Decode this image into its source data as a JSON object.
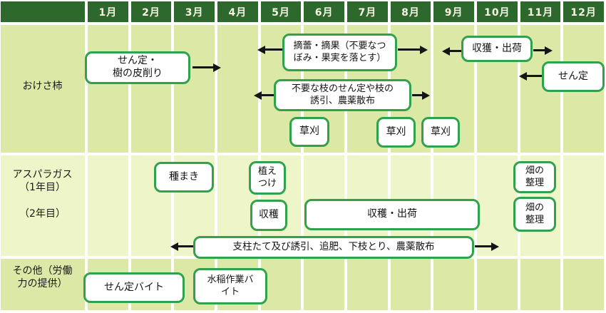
{
  "colors": {
    "header_bg": "#2d682d",
    "header_text": "#f7f5e4",
    "row_band_dark": "#dce8a5",
    "row_band_light": "#eef5c8",
    "box_border_green": "#30a24c",
    "box_fill": "#ffffff",
    "arrow_black": "#151515"
  },
  "months": [
    "1月",
    "2月",
    "3月",
    "4月",
    "5月",
    "6月",
    "7月",
    "8月",
    "9月",
    "10月",
    "11月",
    "12月"
  ],
  "labels": {
    "kaki": "おけさ柿",
    "asparagus_y1": "アスパラガス\n（1年目）",
    "asparagus_y2": "（2年目）",
    "others": "その他（労働\n力の提供）"
  },
  "activities": [
    {
      "id": "kaki-pruning-bark",
      "text": "せん定・\n樹の皮削り"
    },
    {
      "id": "kaki-bud-fruit-thinning",
      "text": "摘蕾・摘果（不要なつ\nぼみ・果実を落とす）"
    },
    {
      "id": "kaki-harvest-ship",
      "text": "収獲・出荷"
    },
    {
      "id": "kaki-winter-pruning",
      "text": "せん定"
    },
    {
      "id": "kaki-branch-work",
      "text": "不要な枝のせん定や枝の\n誘引、農薬散布"
    },
    {
      "id": "mowing-1",
      "text": "草刈"
    },
    {
      "id": "mowing-2",
      "text": "草刈"
    },
    {
      "id": "mowing-3",
      "text": "草刈"
    },
    {
      "id": "asp-sowing",
      "text": "種まき"
    },
    {
      "id": "asp-planting",
      "text": "植え\nつけ"
    },
    {
      "id": "asp-harvest",
      "text": "収穫"
    },
    {
      "id": "asp-harvest-ship",
      "text": "収穫・出荷"
    },
    {
      "id": "asp-field-cleanup-y1",
      "text": "畑の\n整理"
    },
    {
      "id": "asp-field-cleanup-y2",
      "text": "畑の\n整理"
    },
    {
      "id": "asp-stakes-training",
      "text": "支柱たて及び誘引、追肥、下枝とり、農薬散布"
    },
    {
      "id": "pruning-parttime",
      "text": "せん定バイト"
    },
    {
      "id": "rice-work-parttime",
      "text": "水稲作業バ\nイト"
    }
  ],
  "chart_data": {
    "type": "table",
    "title": "農作業カレンダー（月別作業工程表）",
    "columns": [
      "1月",
      "2月",
      "3月",
      "4月",
      "5月",
      "6月",
      "7月",
      "8月",
      "9月",
      "10月",
      "11月",
      "12月"
    ],
    "rows": [
      {
        "row": "おけさ柿",
        "activities": [
          {
            "label": "せん定・樹の皮削り",
            "months": "1月〜3月",
            "arrow": "右矢印で4月へ継続"
          },
          {
            "label": "摘蕾・摘果（不要なつぼみ・果実を落とす）",
            "months": "5月〜8月",
            "arrow": "左右矢印"
          },
          {
            "label": "不要な枝のせん定や枝の誘引、農薬散布",
            "months": "5月〜8月",
            "arrow": "左右矢印"
          },
          {
            "label": "草刈",
            "months": "5月〜6月"
          },
          {
            "label": "草刈",
            "months": "8月"
          },
          {
            "label": "草刈",
            "months": "9月"
          },
          {
            "label": "収獲・出荷",
            "months": "10月〜11月",
            "arrow": "左右矢印"
          },
          {
            "label": "せん定",
            "months": "11月〜12月",
            "arrow": "左矢印で11月へ"
          }
        ]
      },
      {
        "row": "アスパラガス（1年目）",
        "activities": [
          {
            "label": "種まき",
            "months": "2月〜3月"
          },
          {
            "label": "植えつけ",
            "months": "4月〜5月"
          },
          {
            "label": "畑の整理",
            "months": "11月"
          }
        ]
      },
      {
        "row": "アスパラガス（2年目）",
        "activities": [
          {
            "label": "収穫",
            "months": "5月"
          },
          {
            "label": "収穫・出荷",
            "months": "6月〜9月"
          },
          {
            "label": "支柱たて及び誘引、追肥、下枝とり、農薬散布",
            "months": "4月〜10月",
            "arrow": "左右矢印"
          },
          {
            "label": "畑の整理",
            "months": "11月"
          }
        ]
      },
      {
        "row": "その他（労働力の提供）",
        "activities": [
          {
            "label": "せん定バイト",
            "months": "1月〜3月"
          },
          {
            "label": "水稲作業バイト",
            "months": "4月〜5月"
          }
        ]
      }
    ]
  }
}
